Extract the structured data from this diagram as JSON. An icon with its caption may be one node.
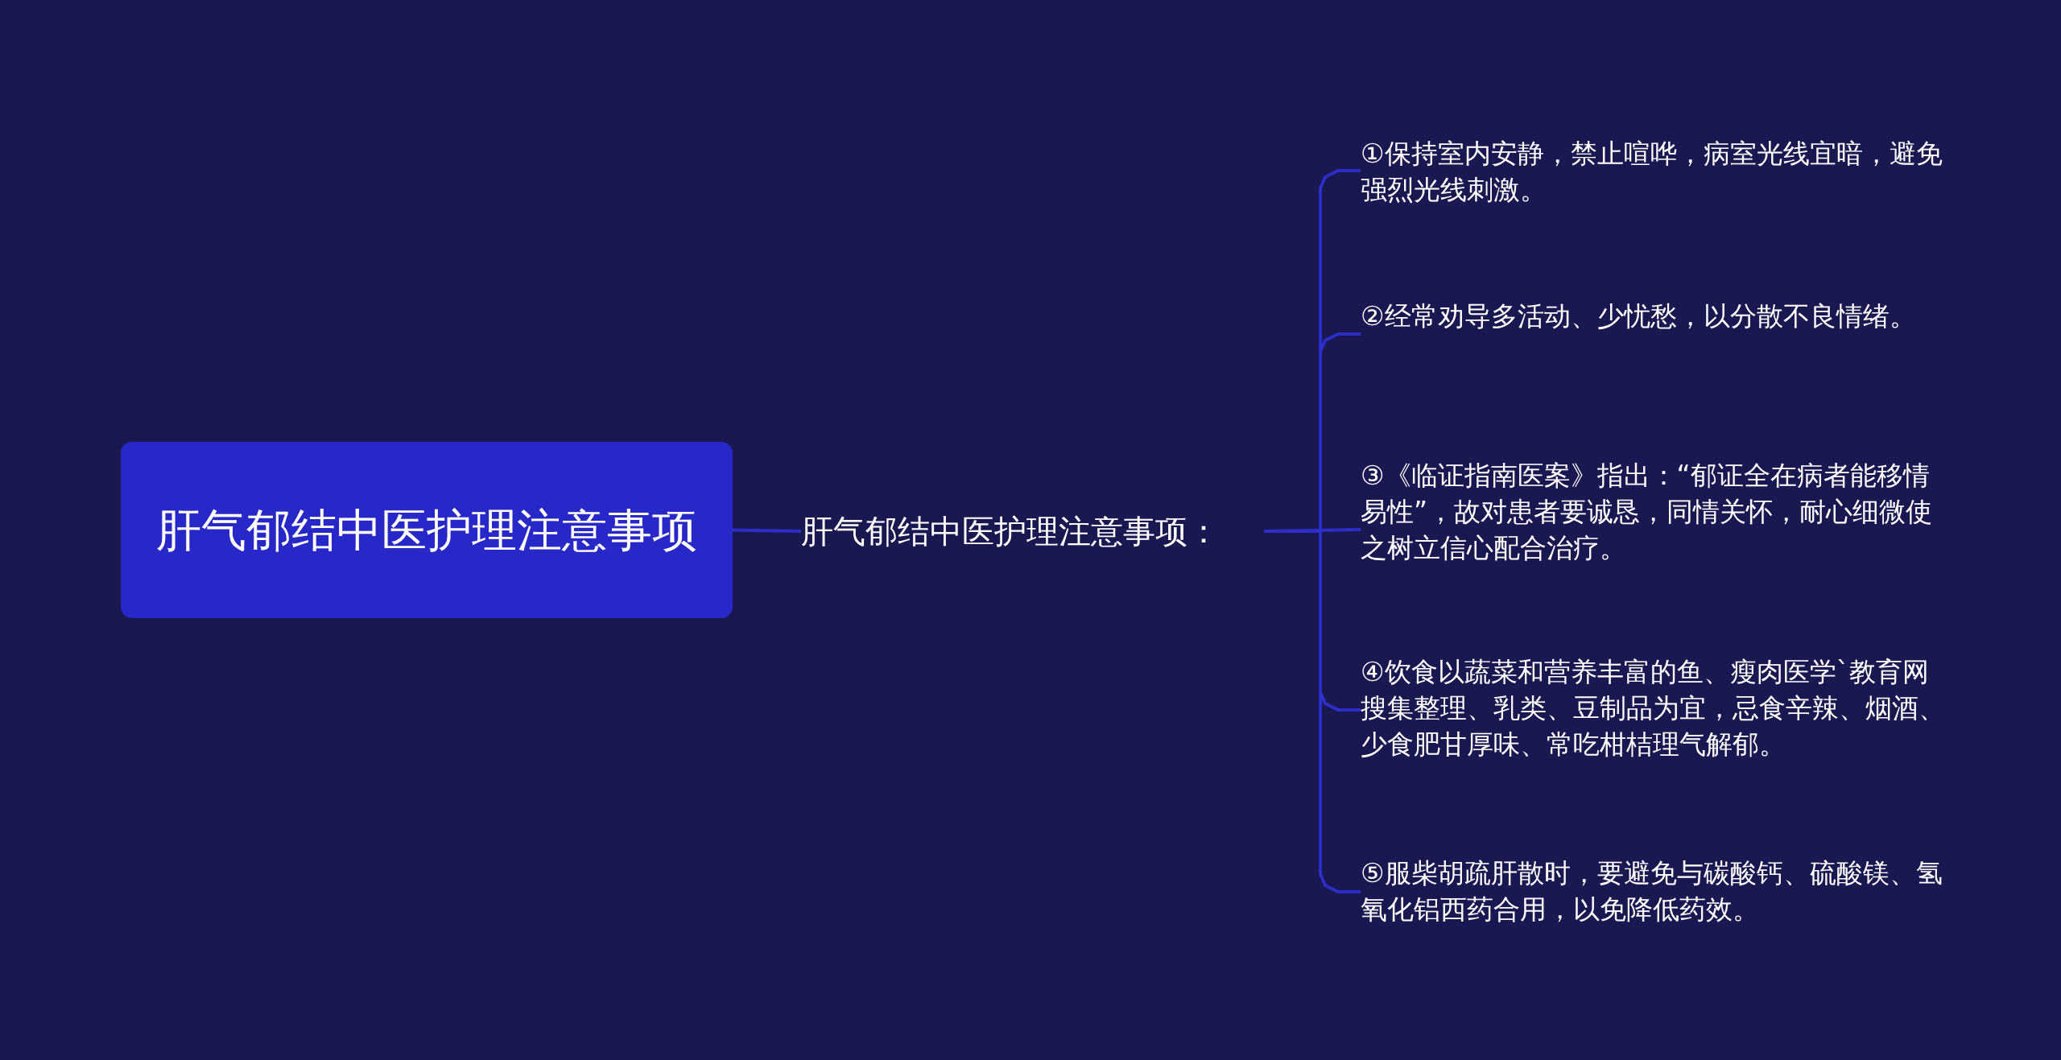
{
  "diagram": {
    "nodes": [
      {
        "text": [
          "肝气郁结中医护理注意事项"
        ]
      },
      {
        "text": [
          "肝气郁结中医护理注意事项："
        ]
      },
      {
        "text": [
          "①保持室内安静，禁止喧哗，病室光线宜暗，避免强烈光线刺激。"
        ]
      },
      {
        "text": [
          "②经常劝导多活动、少忧愁，以分散不良情绪。"
        ]
      },
      {
        "text": [
          "③《临证指南医案》指出：“郁证全在病者能移情易性”，故对患者要诚恳，同情关怀，耐心细微使之树立信心配合治疗。"
        ]
      },
      {
        "text": [
          "④饮食以蔬菜和营养丰富的鱼、瘦肉医学`教育网搜集整理、乳类、豆制品为宜，忌食辛辣、烟酒、少食肥甘厚味、常吃柑桔理气解郁。"
        ]
      },
      {
        "text": [
          "⑤服柴胡疏肝散时，要避免与碳酸钙、硫酸镁、氢氧化铝西药合用，以免降低药效。"
        ]
      }
    ],
    "edges": [
      {
        "from": 0,
        "to": 1,
        "arrow": "none"
      },
      {
        "from": 1,
        "to": 2,
        "arrow": "none"
      },
      {
        "from": 1,
        "to": 3,
        "arrow": "none"
      },
      {
        "from": 1,
        "to": 4,
        "arrow": "none"
      },
      {
        "from": 1,
        "to": 5,
        "arrow": "none"
      },
      {
        "from": 1,
        "to": 6,
        "arrow": "none"
      }
    ]
  }
}
